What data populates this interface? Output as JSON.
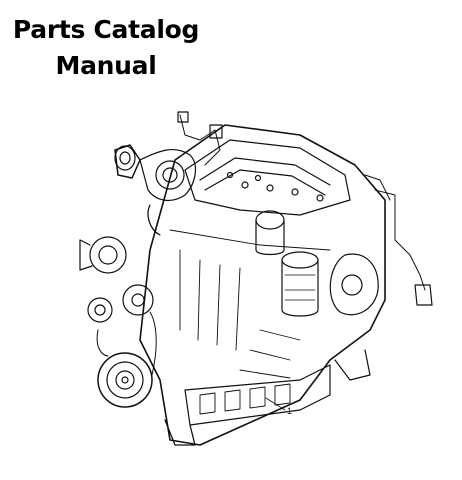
{
  "document": {
    "title_line1": "Parts Catalog",
    "title_line2": "Manual"
  },
  "illustration": {
    "subject": "engine-line-drawing",
    "callout_label": "1",
    "stroke_color": "#111111",
    "background_color": "#ffffff"
  }
}
